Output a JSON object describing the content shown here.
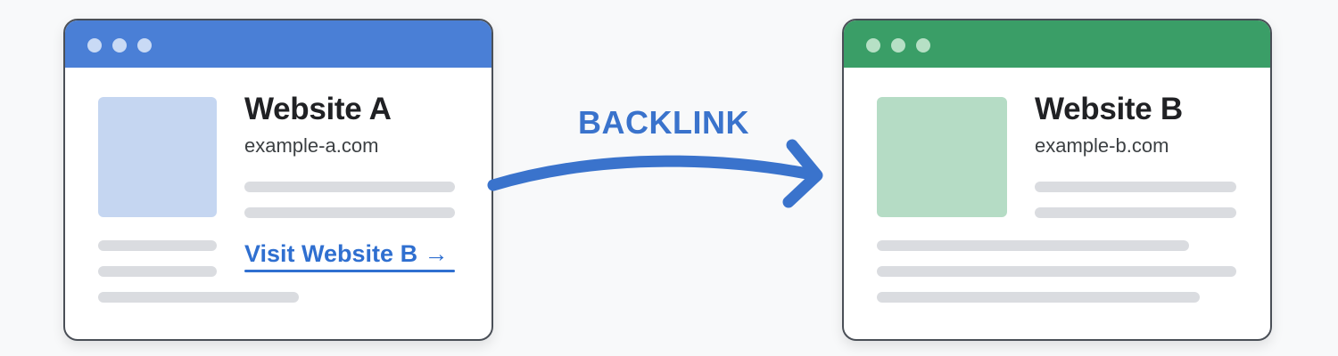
{
  "diagram": {
    "label": "BACKLINK",
    "arrow_color": "#3a73cc",
    "source": {
      "title": "Website A",
      "domain": "example-a.com",
      "link_text": "Visit Website B →",
      "header_color": "#4a7fd6",
      "dot_color": "#c9daf5",
      "thumbnail_color": "#c5d6f1"
    },
    "target": {
      "title": "Website B",
      "domain": "example-b.com",
      "header_color": "#3a9e67",
      "dot_color": "#b6e0c5",
      "thumbnail_color": "#b5dcc5"
    }
  }
}
